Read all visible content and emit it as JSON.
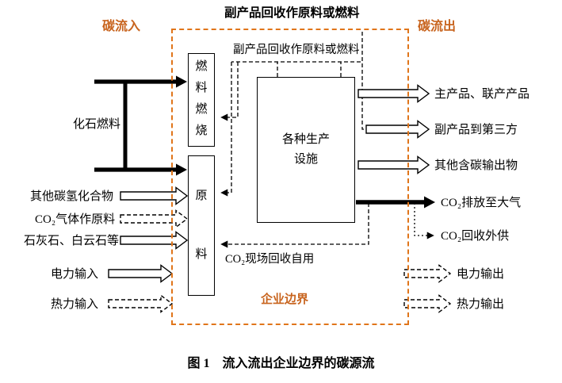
{
  "figure": {
    "top_title": "副产品回收作原料或燃料",
    "inflow_title": "碳流入",
    "outflow_title": "碳流出",
    "boundary_label": "企业边界",
    "caption": "图 1　流入流出企业边界的碳源流"
  },
  "boxes": {
    "fuel_combustion": "燃料燃烧",
    "raw_material": "原料",
    "facilities": "各种生产设施"
  },
  "flows": {
    "recycle_label": "副产品回收作原料或燃料",
    "co2_onsite_label": "CO₂现场回收自用",
    "inputs": [
      {
        "label": "化石燃料",
        "arrow": "solid-black"
      },
      {
        "label": "其他碳氢化合物",
        "arrow": "hollow"
      },
      {
        "label": "CO₂气体作原料",
        "arrow": "hollow-dashed"
      },
      {
        "label": "石灰石、白云石等",
        "arrow": "hollow"
      },
      {
        "label": "电力输入",
        "arrow": "hollow"
      },
      {
        "label": "热力输入",
        "arrow": "hollow-dashed"
      }
    ],
    "outputs": [
      {
        "label": "主产品、联产产品",
        "arrow": "hollow"
      },
      {
        "label": "副产品到第三方",
        "arrow": "hollow"
      },
      {
        "label": "其他含碳输出物",
        "arrow": "hollow"
      },
      {
        "label": "CO₂排放至大气",
        "arrow": "solid-black"
      },
      {
        "label": "CO₂回收外供",
        "arrow": "dotted"
      },
      {
        "label": "电力输出",
        "arrow": "hollow-dashed"
      },
      {
        "label": "热力输出",
        "arrow": "hollow-dashed"
      }
    ]
  },
  "colors": {
    "accent": "#c8641e",
    "boundary": "#e0751a",
    "line": "#000000",
    "background": "#ffffff"
  }
}
